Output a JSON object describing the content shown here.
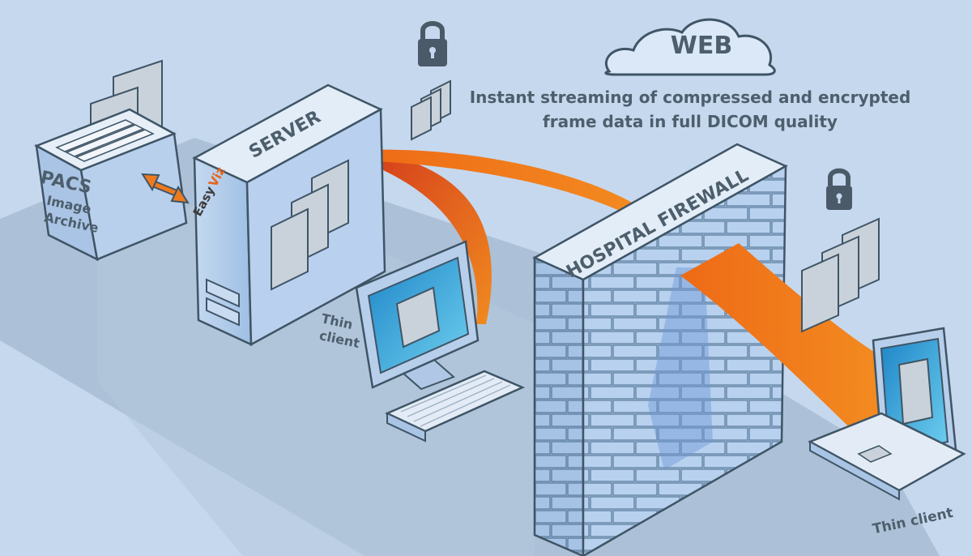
{
  "labels": {
    "cloud": "WEB",
    "caption_line1": "Instant streaming of compressed and encrypted",
    "caption_line2": "frame data in full DICOM quality",
    "pacs_line1": "PACS",
    "pacs_line2": "Image",
    "pacs_line3": "Archive",
    "server": "SERVER",
    "logo_part1": "Easy",
    "logo_part2": "Viz",
    "thin_client_desktop_line1": "Thin",
    "thin_client_desktop_line2": "client",
    "firewall": "HOSPITAL FIREWALL",
    "thin_client_laptop": "Thin client"
  },
  "colors": {
    "background": "#c6d8ee",
    "text_dark": "#4d5e6c",
    "device_fill": "#a9c4e4",
    "device_outline": "#3f5566",
    "stream_orange": "#ee6a16",
    "stream_red": "#d33a1c",
    "screen_cyan": "#3fa8e0",
    "brick": "#aecbeb",
    "logo_orange": "#e8641a",
    "logo_dark": "#3b3b3b"
  },
  "icons": [
    "lock-icon",
    "lock-icon",
    "cloud-icon",
    "frame-stack-icon",
    "double-arrow-icon"
  ]
}
